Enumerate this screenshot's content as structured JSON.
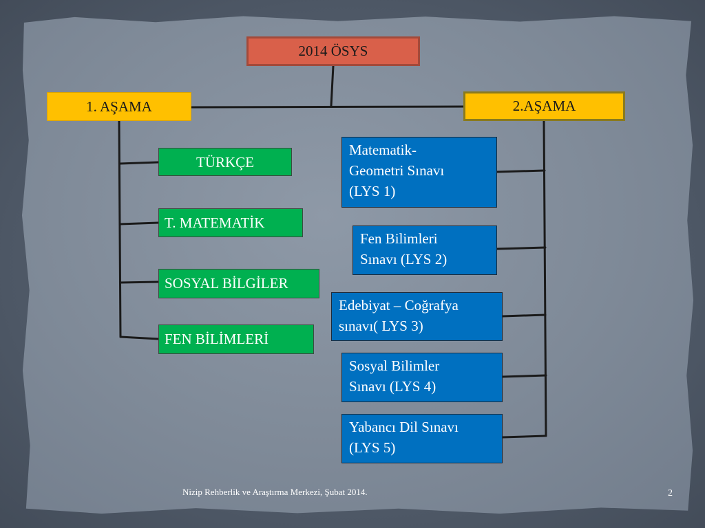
{
  "root": {
    "label": "2014 ÖSYS"
  },
  "stage1": {
    "label": "1. AŞAMA",
    "items": [
      "TÜRKÇE",
      "T. MATEMATİK",
      "SOSYAL BİLGİLER",
      "FEN BİLİMLERİ"
    ]
  },
  "stage2": {
    "label": "2.AŞAMA",
    "items": [
      {
        "lines": [
          "Matematik-",
          "Geometri Sınavı",
          "(LYS 1)"
        ]
      },
      {
        "lines": [
          "Fen Bilimleri",
          "Sınavı (LYS 2)"
        ]
      },
      {
        "lines": [
          "Edebiyat – Coğrafya",
          "sınavı( LYS 3)"
        ]
      },
      {
        "lines": [
          "Sosyal Bilimler",
          "Sınavı (LYS 4)"
        ]
      },
      {
        "lines": [
          "Yabancı Dil Sınavı",
          "(LYS 5)"
        ]
      }
    ]
  },
  "footer": {
    "text": "Nizip Rehberlik ve Araştırma Merkezi, Şubat 2014.",
    "page_number": "2"
  },
  "colors": {
    "root": "#d9604a",
    "stage": "#ffc000",
    "stage1_item": "#00b050",
    "stage2_item": "#0070c0",
    "connector": "#1a1a1a"
  }
}
